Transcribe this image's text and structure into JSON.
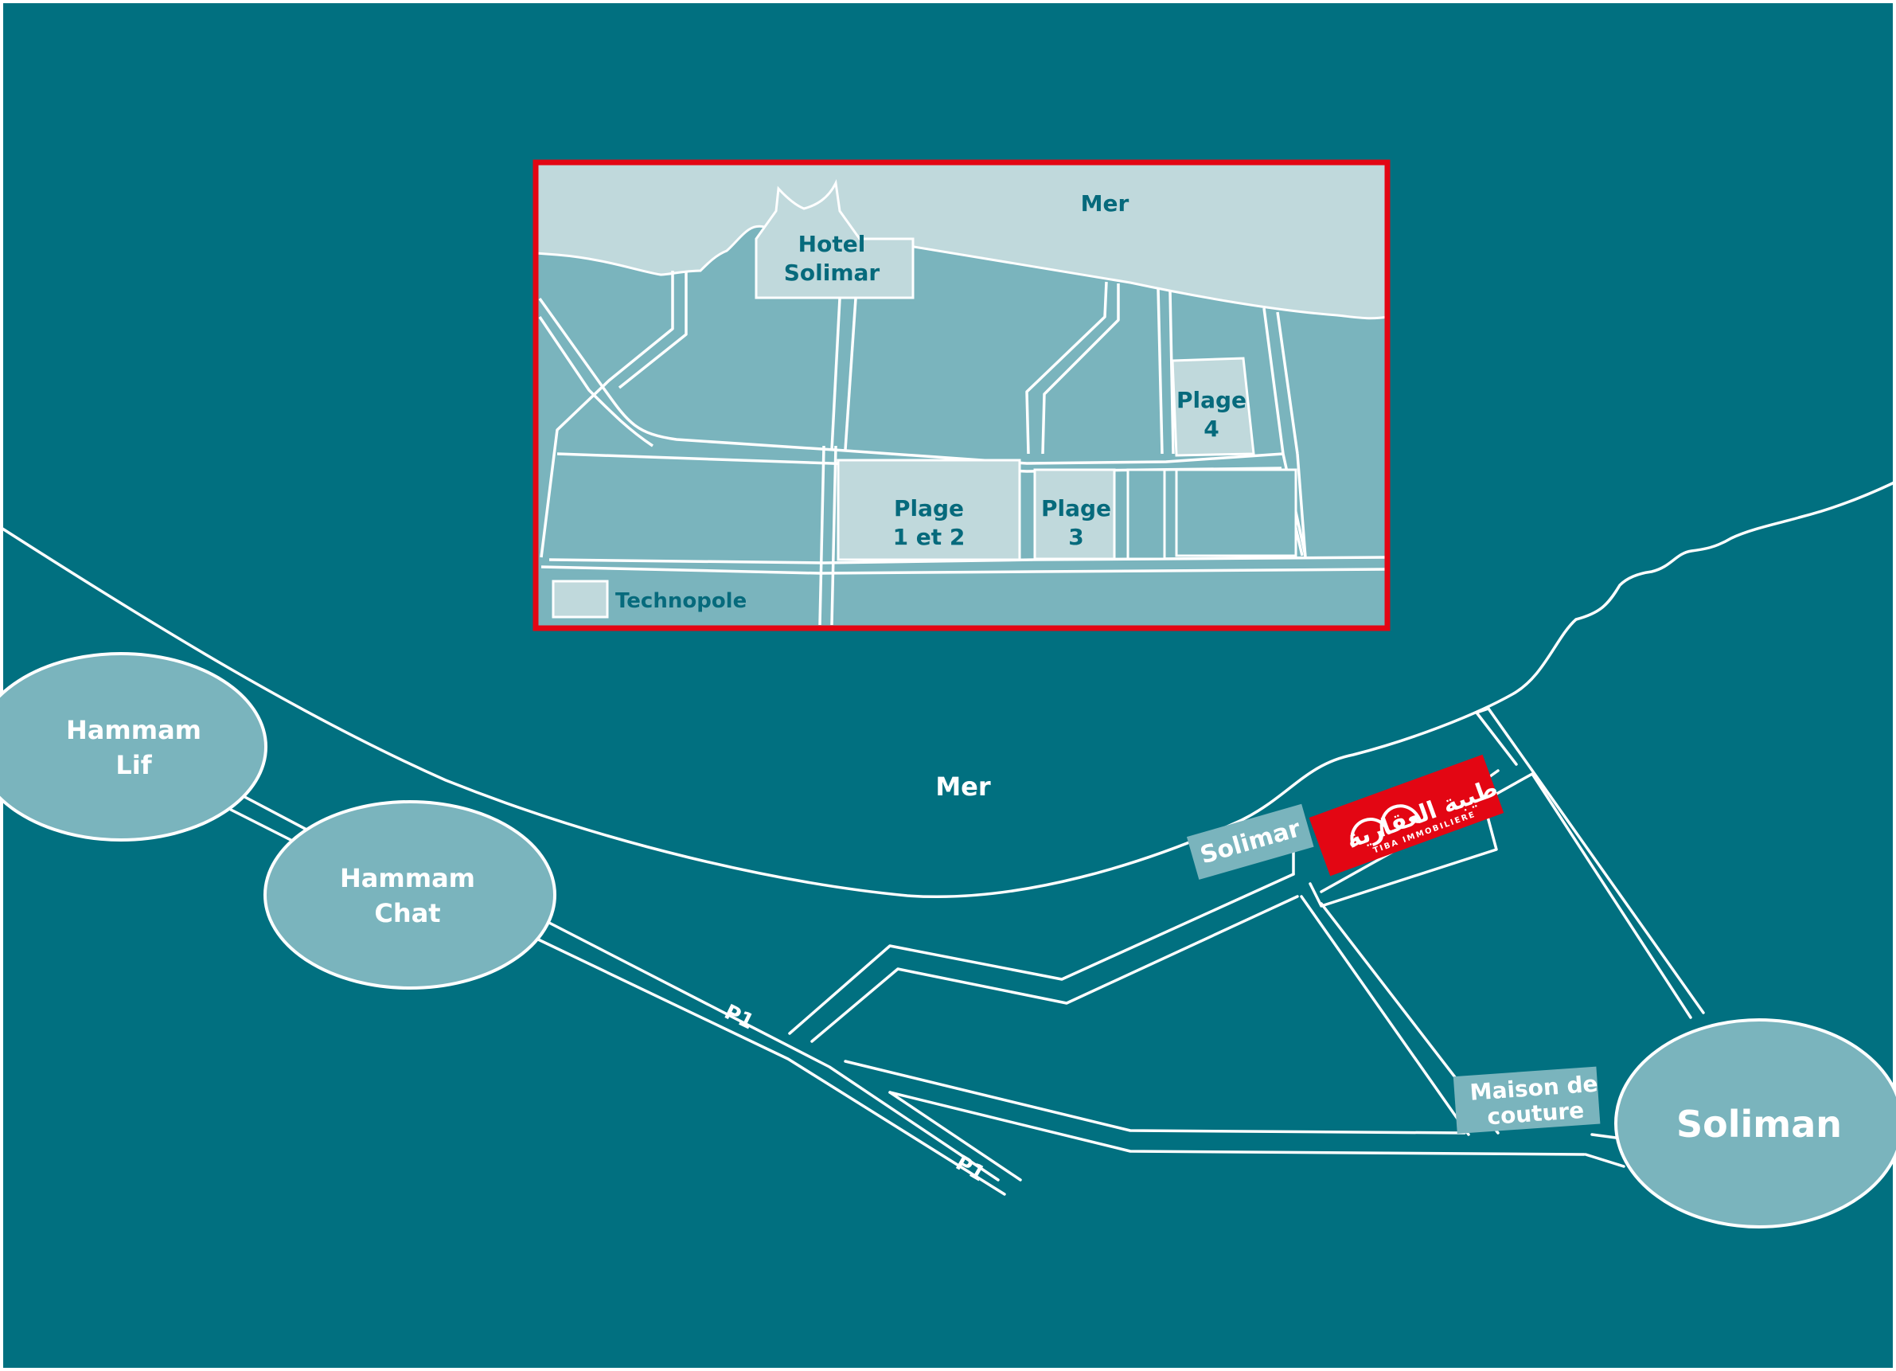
{
  "colors": {
    "sea": "#017080",
    "land": "#7ab4bd",
    "light": "#c0d9dc",
    "road": "#ffffff",
    "accent": "#e30613",
    "text_dark": "#066a7c",
    "text_light": "#ffffff"
  },
  "main_map": {
    "sea_label": "Mer",
    "towns": {
      "hammam_lif": [
        "Hammam",
        "Lif"
      ],
      "hammam_chat": [
        "Hammam",
        "Chat"
      ],
      "soliman": "Soliman"
    },
    "road_labels": {
      "p1_a": "P1",
      "p1_b": "P1"
    },
    "markers": {
      "solimar": "Solimar",
      "maison_de_couture": [
        "Maison de",
        "couture"
      ]
    },
    "logo": {
      "arabic_text": "طيبة العقارية",
      "latin_text": "TIBA IMMOBILIERE"
    }
  },
  "inset_map": {
    "sea_label": "Mer",
    "hotel": [
      "Hotel",
      "Solimar"
    ],
    "plage_4": [
      "Plage",
      "4"
    ],
    "plage_1_2": [
      "Plage",
      "1 et 2"
    ],
    "plage_3": [
      "Plage",
      "3"
    ],
    "legend_label": "Technopole"
  }
}
